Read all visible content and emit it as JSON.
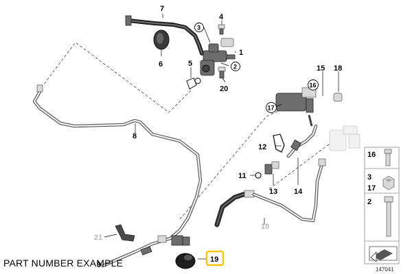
{
  "callouts": {
    "c1": "1",
    "c2": "2",
    "c3": "3",
    "c4": "4",
    "c5": "5",
    "c6": "6",
    "c7": "7",
    "c8": "8",
    "c10": "10",
    "c11": "11",
    "c12": "12",
    "c13": "13",
    "c14": "14",
    "c15": "15",
    "c16": "16",
    "c17": "17",
    "c18": "18",
    "c19": "19",
    "c20": "20",
    "c21": "21"
  },
  "legend": {
    "n16": "16",
    "n3": "3",
    "n17": "17",
    "n2": "2"
  },
  "diagram_id": "147041",
  "caption": "PART NUMBER EXAMPLE",
  "colors": {
    "highlight": "#f4c400",
    "faded": "#b5b5b5"
  }
}
